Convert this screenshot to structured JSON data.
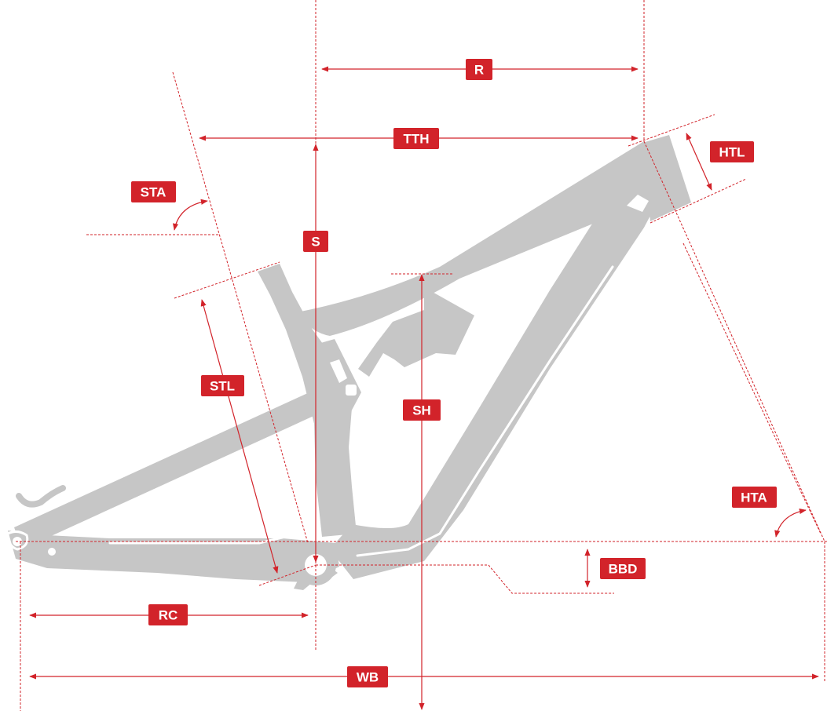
{
  "colors": {
    "accent": "#d2232a",
    "frame": "#c6c6c6",
    "background": "#ffffff"
  },
  "labels": {
    "r": "R",
    "tth": "TTH",
    "htl": "HTL",
    "sta": "STA",
    "s": "S",
    "stl": "STL",
    "sh": "SH",
    "hta": "HTA",
    "bbd": "BBD",
    "rc": "RC",
    "wb": "WB"
  }
}
